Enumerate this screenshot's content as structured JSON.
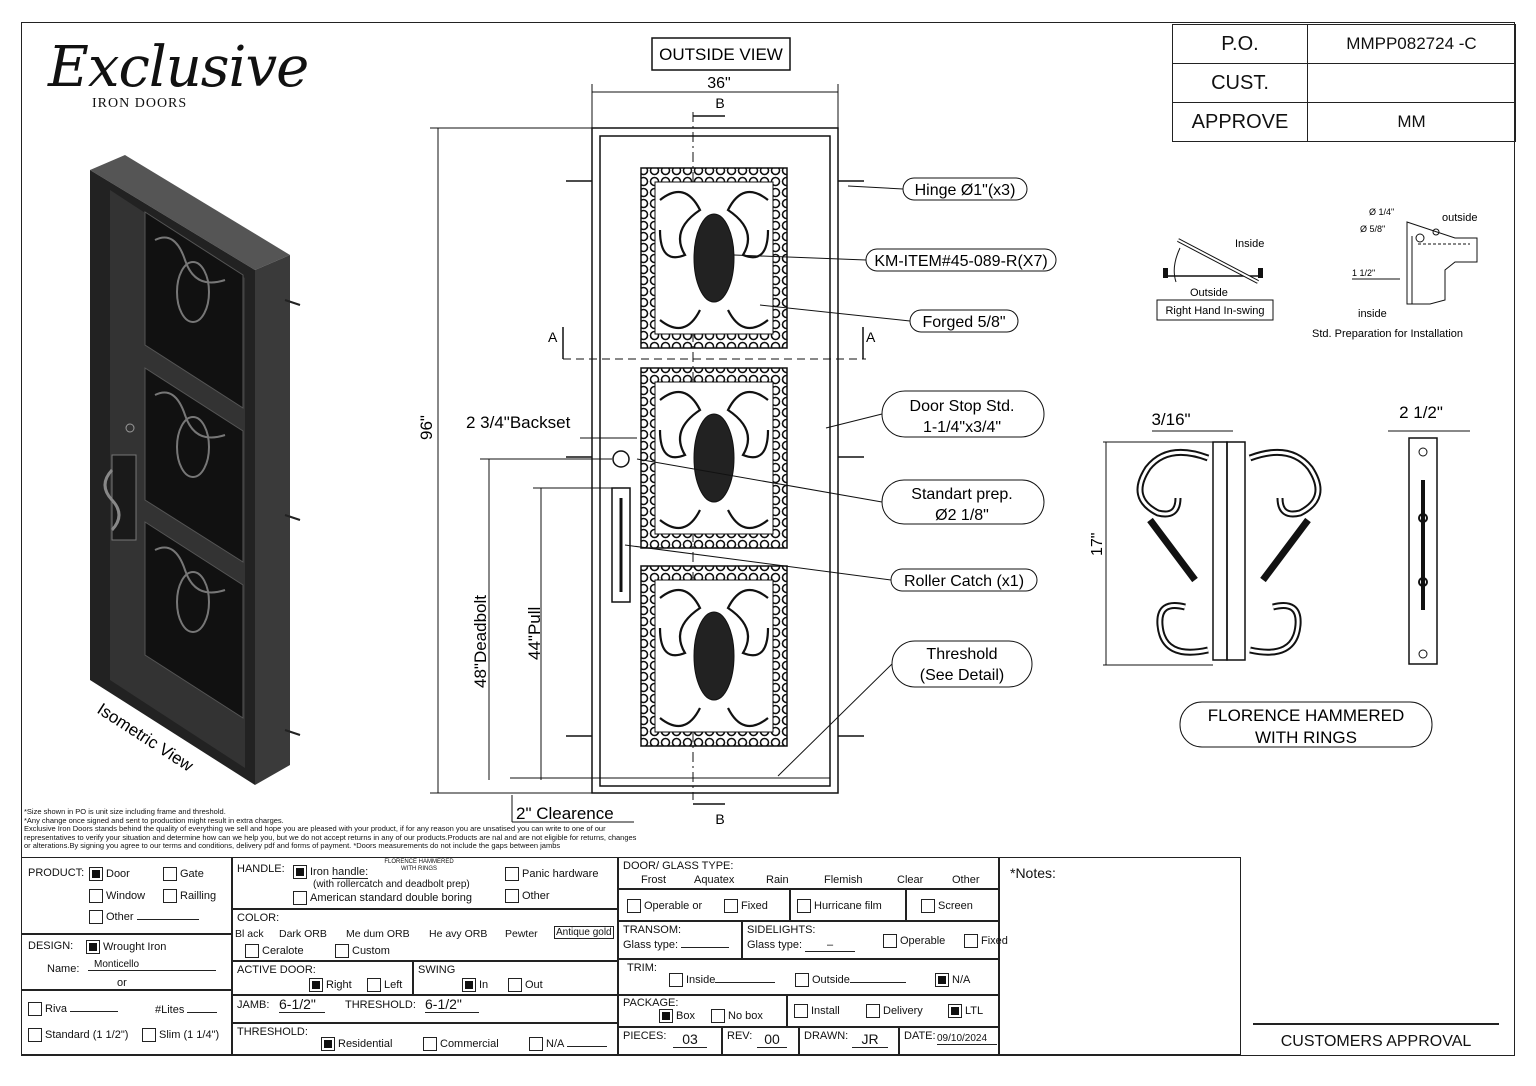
{
  "logo": {
    "brand": "Exclusive",
    "sub": "IRON  DOORS"
  },
  "po_table": {
    "po_label": "P.O.",
    "po_value": "MMPP082724 -C",
    "cust_label": "CUST.",
    "cust_value": "",
    "approve_label": "APPROVE",
    "approve_value": "MM"
  },
  "drawing": {
    "outside_view": "OUTSIDE VIEW",
    "width": "36\"",
    "height": "96\"",
    "section_b": "B",
    "section_a": "A",
    "backset": "2 3/4\"Backset",
    "deadbolt": "48\"Deadbolt",
    "pull": "44\"Pull",
    "clearance": "2\" Clearence",
    "isometric": "Isometric View",
    "callouts": [
      "Hinge Ø1\"(x3)",
      "KM-ITEM#45-089-R(X7)",
      "Forged 5/8\"",
      "Door Stop Std.",
      "1-1/4\"x3/4\"",
      "Standart prep.",
      "Ø2 1/8\"",
      "Roller Catch (x1)",
      "Threshold",
      "(See Detail)"
    ],
    "swing": {
      "inside": "Inside",
      "outside": "Outside",
      "label": "Right Hand In-swing"
    },
    "prep": {
      "d1": "Ø 1/4\"",
      "d2": "Ø 5/8\"",
      "outside": "outside",
      "inside": "inside",
      "dim": "1 1/2\"",
      "label": "Std. Preparation for Installation"
    },
    "handle": {
      "w": "3/16\"",
      "depth": "2 1/2\"",
      "h": "17\"",
      "name1": "FLORENCE HAMMERED",
      "name2": "WITH RINGS"
    }
  },
  "disclaimer": [
    "*Size shown in PO is unit size including frame and threshold.",
    "*Any change once signed and sent to production might result in extra charges.",
    "Exclusive Iron Doors stands behind the quality of everything we sell and hope you are pleased with your product, if for any reason you are unsatised you can write to one of our",
    "representatives to verify your situation and determine how can we help you, but we do not accept returns in any of our products.Products are nal and are not eligible for returns, changes",
    "or alterations.By signing you agree to our terms and conditions, delivery pdf and forms of payment. *Doors measurements do not include the gaps between jambs"
  ],
  "form": {
    "product": "PRODUCT:",
    "door": "Door",
    "gate": "Gate",
    "window": "Window",
    "railing": "Railling",
    "other": "Other",
    "design": "DESIGN:",
    "wrought": "Wrought Iron",
    "name_label": "Name:",
    "name_value": "Monticello",
    "or": "or",
    "riva": "Riva",
    "lites": "#Lites",
    "standard": "Standard (1 1/2\")",
    "slim": "Slim (1 1/4\")",
    "handle": "HANDLE:",
    "iron": "Iron",
    "handle_word": "handle:",
    "handle_model": "FLORENCE HAMMERED WITH RINGS",
    "with_roller": "(with rollercatch and deadbolt prep)",
    "american": "American standard double boring",
    "panic": "Panic hardware",
    "h_other": "Other",
    "color": "COLOR:",
    "colors": [
      "Bl ack",
      "Dark ORB",
      "Me dum ORB",
      "He avy ORB",
      "Pewter",
      "Antique gold"
    ],
    "ceralote": "Ceralote",
    "custom": "Custom",
    "active": "ACTIVE DOOR:",
    "right": "Right",
    "left": "Left",
    "swing": "SWING",
    "in": "In",
    "out": "Out",
    "jamb": "JAMB:",
    "jamb_v": "6-1/2\"",
    "threshold": "THRESHOLD:",
    "threshold_v": "6-1/2\"",
    "thr2": "THRESHOLD:",
    "residential": "Residential",
    "commercial": "Commercial",
    "na": "N/A",
    "glass_type": "DOOR/ GLASS TYPE:",
    "glass": [
      "Frost",
      "Aquatex",
      "Rain",
      "Flemish",
      "Clear",
      "Other"
    ],
    "operable": "Operable",
    "or2": "or",
    "fixed": "Fixed",
    "hurricane": "Hurricane film",
    "screen": "Screen",
    "transom": "TRANSOM:",
    "glass_type2": "Glass type:",
    "sidelights": "SIDELIGHTS:",
    "glass_type3": "Glass type:",
    "dash": "–",
    "operable2": "Operable",
    "fixed2": "Fixed",
    "trim": "TRIM:",
    "inside": "Inside",
    "outside": "Outside",
    "trim_na": "N/A",
    "package": "PACKAGE:",
    "box": "Box",
    "nobox": "No box",
    "install": "Install",
    "delivery": "Delivery",
    "ltl": "LTL",
    "pieces": "PIECES:",
    "pieces_v": "03",
    "rev": "REV:",
    "rev_v": "00",
    "drawn": "DRAWN:",
    "drawn_v": "JR",
    "date": "DATE:",
    "date_v": "09/10/2024",
    "notes": "*Notes:"
  },
  "customers_approval": "CUSTOMERS APPROVAL"
}
